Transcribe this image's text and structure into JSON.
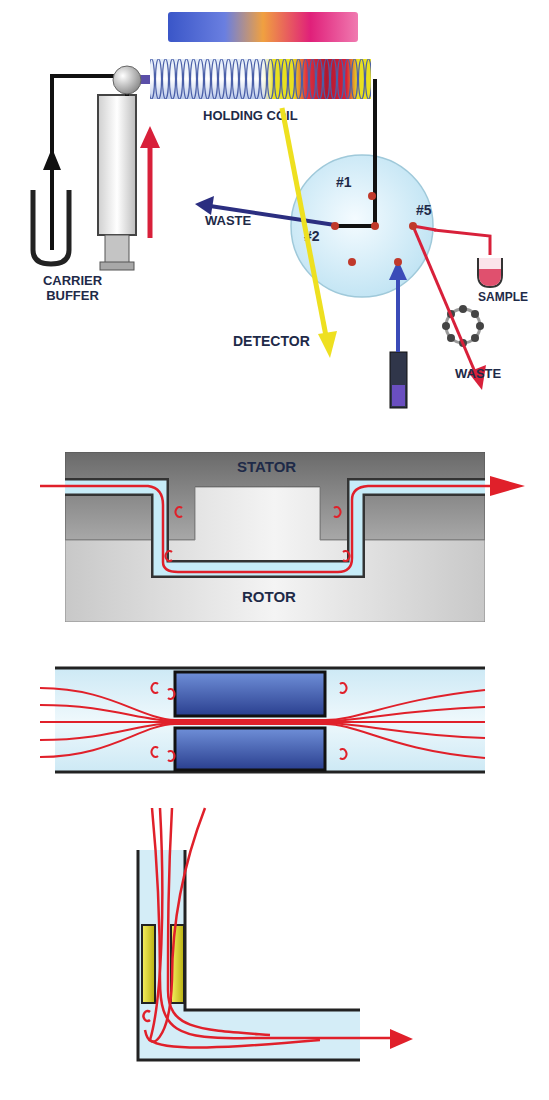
{
  "diagram": {
    "nodes": [
      {
        "text": [
          "CARRIER BUFFER"
        ]
      },
      {
        "text": [
          "HOLDING COIL"
        ]
      },
      {
        "text": [
          "#1",
          "#2",
          "#5"
        ]
      },
      {
        "text": [
          "SAMPLE"
        ]
      },
      {
        "text": [
          "STATOR"
        ]
      },
      {
        "text": [
          "ROTOR"
        ]
      }
    ],
    "edges": [
      {
        "from": 1,
        "to": 2,
        "arrow": "none"
      },
      {
        "from": 2,
        "to": 3,
        "arrow": "none"
      }
    ],
    "labels": [
      "WASTE",
      "DETECTOR",
      "WASTE"
    ]
  }
}
